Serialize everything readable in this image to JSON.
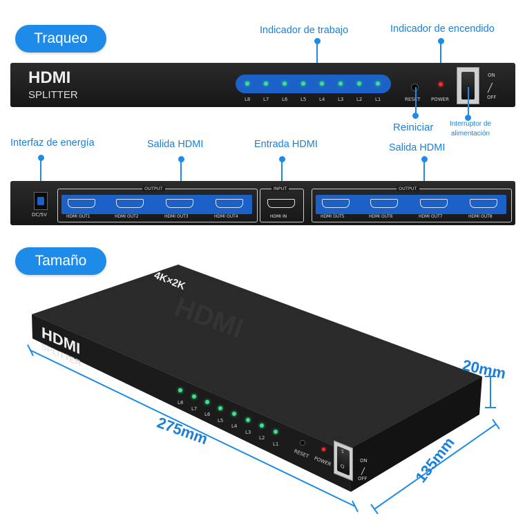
{
  "sections": {
    "traqueo": "Traqueo",
    "tamano": "Tamaño"
  },
  "callouts": {
    "indicador_trabajo": "Indicador de trabajo",
    "indicador_encendido": "Indicador de encendido",
    "reiniciar": "Reiniciar",
    "interruptor": "Interruptor de alimentación",
    "interfaz_energia": "Interfaz de energía",
    "salida_hdmi_left": "Salida HDMI",
    "entrada_hdmi": "Entrada HDMI",
    "salida_hdmi_right": "Salida HDMI"
  },
  "front_panel": {
    "brand_line1": "HDMI",
    "brand_line2": "SPLITTER",
    "leds": [
      "L8",
      "L7",
      "L6",
      "L5",
      "L4",
      "L3",
      "L2",
      "L1"
    ],
    "reset_label": "RESET",
    "power_label": "POWER",
    "switch_on": "ON",
    "switch_off": "OFF"
  },
  "back_panel": {
    "power_port_label": "DC/5V",
    "output_label": "OUTPUT",
    "input_label": "INPUT",
    "ports_left": [
      "HDMI OUT1",
      "HDMI OUT2",
      "HDMI OUT3",
      "HDMI OUT4"
    ],
    "input_port": "HDMI IN",
    "ports_right": [
      "HDMI OUT5",
      "HDMI OUT6",
      "HDMI OUT7",
      "HDMI OUT8"
    ]
  },
  "device_3d": {
    "badge": "4K×2K",
    "brand_line1": "HDMI",
    "brand_line2": "SPLITTER",
    "top_emboss": "HDMI",
    "leds": [
      "L8",
      "L7",
      "L6",
      "L5",
      "L4",
      "L3",
      "L2",
      "L1"
    ],
    "reset_label": "RESET",
    "power_label": "POWER",
    "switch_on": "ON",
    "switch_off": "OFF",
    "switch_marks_top": "1",
    "switch_marks_bottom": "O"
  },
  "dimensions": {
    "length": "275mm",
    "depth": "135mm",
    "height": "20mm"
  }
}
